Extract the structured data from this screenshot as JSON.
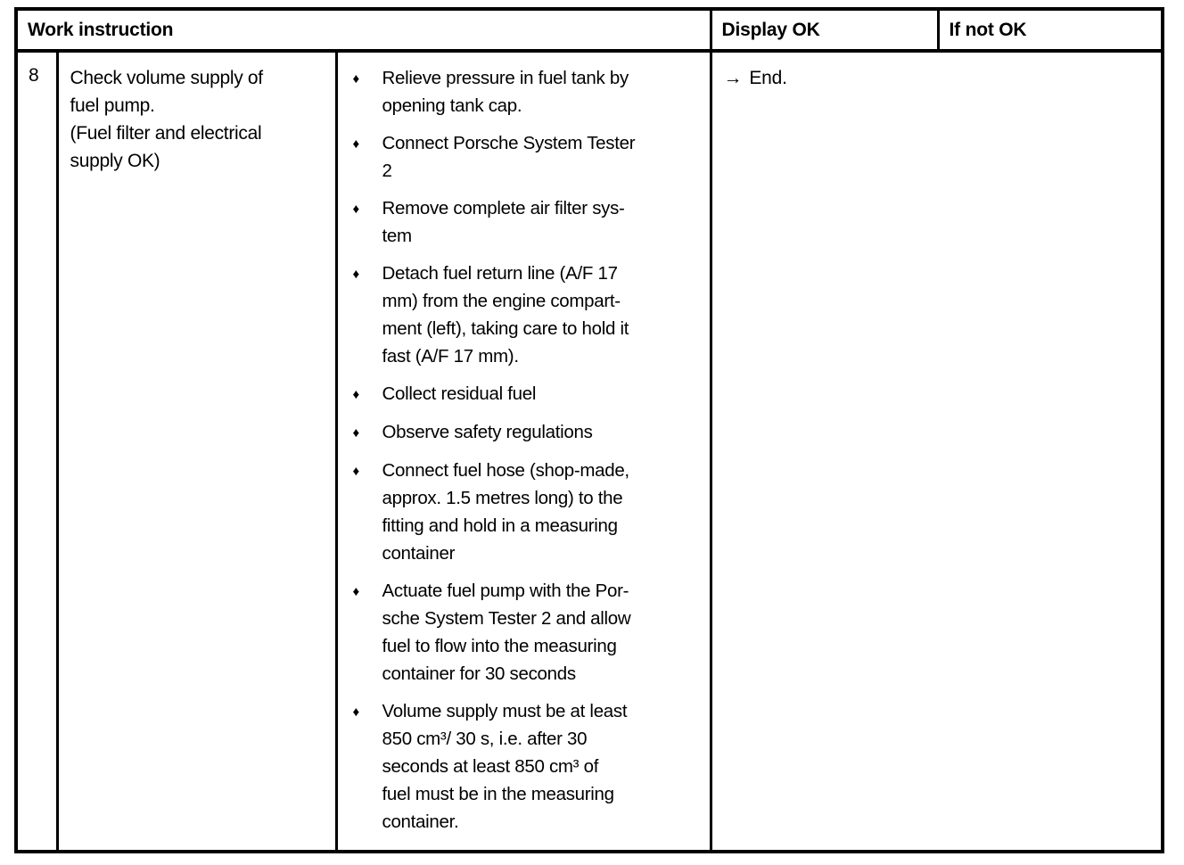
{
  "colors": {
    "background": "#ffffff",
    "border": "#000000",
    "text": "#000000"
  },
  "table": {
    "header": {
      "work_instruction": "Work instruction",
      "display_ok": "Display OK",
      "if_not_ok": "If not OK"
    },
    "row": {
      "step_number": "8",
      "task": "Check volume supply of\nfuel pump.\n(Fuel filter and electrical\nsupply OK)",
      "bullet_char": "♦",
      "instructions": [
        "Relieve pressure in fuel tank by\nopening tank cap.",
        "Connect Porsche System Tester\n2",
        "Remove complete air filter sys-\ntem",
        "Detach fuel return line (A/F 17\nmm) from the engine compart-\nment (left), taking care to hold it\nfast (A/F 17 mm).",
        "Collect residual fuel",
        "Observe safety regulations",
        "Connect fuel hose (shop-made,\napprox. 1.5 metres long) to the\nfitting and hold in a measuring\ncontainer",
        "Actuate fuel pump with the Por-\nsche System Tester 2 and allow\nfuel to flow into the measuring\ncontainer for 30 seconds",
        "Volume supply must be at least\n850 cm³/ 30 s, i.e. after 30\nseconds at least 850 cm³ of\nfuel must be in the measuring\ncontainer."
      ],
      "display_ok_result": {
        "arrow": "→",
        "text": "End."
      }
    }
  }
}
